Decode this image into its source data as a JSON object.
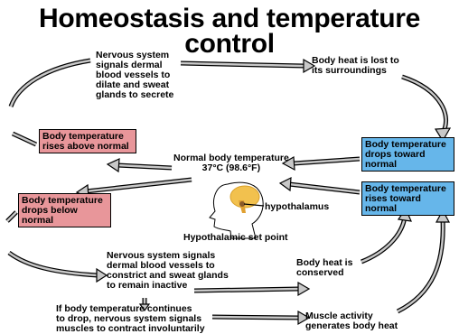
{
  "title": {
    "line1": "Homeostasis and temperature",
    "line2": "control"
  },
  "text": {
    "nervous_dilate": [
      "Nervous system",
      "signals dermal",
      "blood vessels to",
      "dilate and sweat",
      "glands to secrete"
    ],
    "heat_lost": [
      "Body heat is lost to",
      "its surroundings"
    ],
    "normal_temp": [
      "Normal body temperature",
      "37°C (98.6°F)"
    ],
    "hypothalamus": "hypothalamus",
    "set_point": "Hypothalamic set point",
    "nervous_constrict": [
      "Nervous system signals",
      "dermal blood vessels to",
      "constrict and sweat glands",
      "to remain inactive"
    ],
    "heat_conserved": [
      "Body heat is",
      "conserved"
    ],
    "continues_drop": [
      "If body temperature continues",
      "to drop, nervous system signals",
      "muscles to contract involuntarily"
    ],
    "muscle_activity": [
      "Muscle activity",
      "generates body heat"
    ]
  },
  "boxes": {
    "rises_above": [
      "Body temperature",
      "rises above normal"
    ],
    "drops_below": [
      "Body temperature",
      "drops below",
      "normal"
    ],
    "drops_toward": [
      "Body temperature",
      "drops toward",
      "normal"
    ],
    "rises_toward": [
      "Body temperature",
      "rises toward",
      "normal"
    ]
  },
  "colors": {
    "red_box": "#e8969a",
    "blue_box": "#66b6ea",
    "arrow_fill": "#c8c8c8"
  }
}
